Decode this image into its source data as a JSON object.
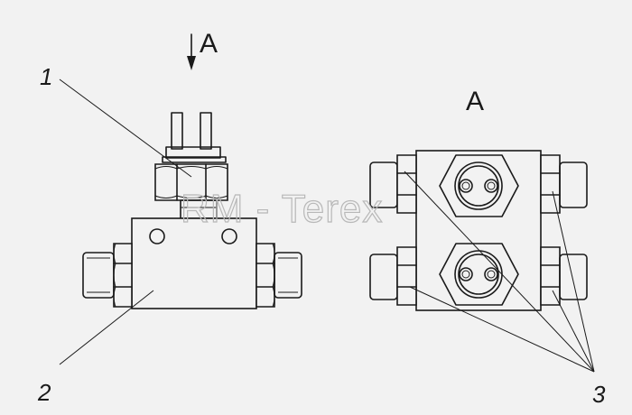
{
  "view_label": "A",
  "view_arrow_label": "A",
  "callouts": [
    {
      "id": "1",
      "text": "1"
    },
    {
      "id": "2",
      "text": "2"
    },
    {
      "id": "3",
      "text": "3"
    }
  ],
  "watermark": "RM - Terex",
  "colors": {
    "line": "#1a1a1a",
    "background": "#f2f2f2",
    "watermark": "#b8b8b8"
  }
}
